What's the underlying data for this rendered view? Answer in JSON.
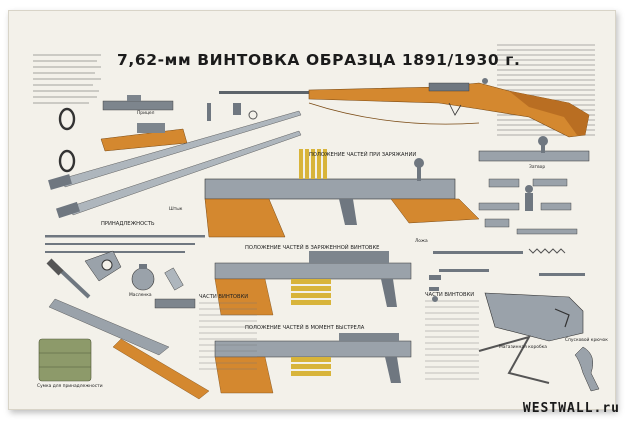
{
  "title": "7,62-мм ВИНТОВКА ОБРАЗЦА 1891/1930 г.",
  "labels": {
    "position_loading": "ПОЛОЖЕНИЕ ЧАСТЕЙ ПРИ ЗАРЯЖАНИИ",
    "position_loaded": "ПОЛОЖЕНИЕ ЧАСТЕЙ В ЗАРЯЖЕННОЙ ВИНТОВКЕ",
    "position_firing": "ПОЛОЖЕНИЕ ЧАСТЕЙ В МОМЕНТ ВЫСТРЕЛА",
    "accessories": "ПРИНАДЛЕЖНОСТЬ",
    "rifle_parts_left": "ЧАСТИ ВИНТОВКИ",
    "rifle_parts_right": "ЧАСТИ ВИНТОВКИ",
    "sight": "Прицел",
    "bayonet": "Штык",
    "bolt": "Затвор",
    "stock": "Ложа",
    "magazine": "Магазинная коробка",
    "trigger": "Спусковой крючок",
    "oiler": "Масленка",
    "pouch": "Сумка для принадлежности"
  },
  "watermark": "WESTWALL.ru",
  "colors": {
    "paper": "#f3f1ea",
    "wood": "#d4882f",
    "steel": "#6f7780",
    "brass": "#d8b43a",
    "canvas": "#8d9a6a",
    "ink": "#1b1b1b"
  }
}
